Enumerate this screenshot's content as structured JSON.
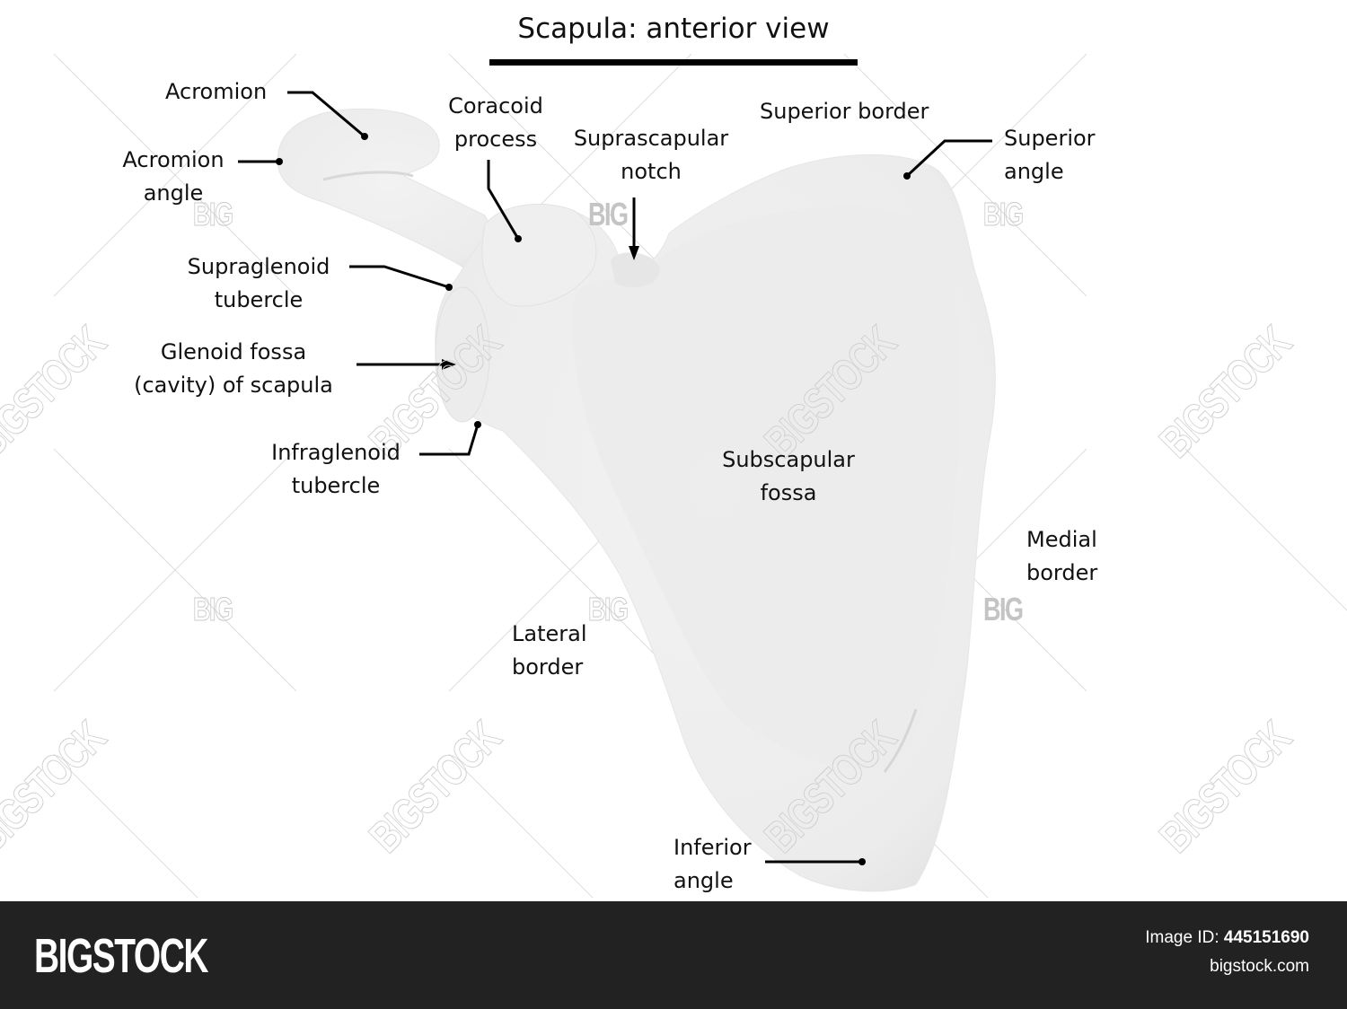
{
  "title": "Scapula: anterior view",
  "labels": {
    "acromion": "Acromion",
    "acromion_angle": [
      "Acromion",
      "angle"
    ],
    "coracoid_process": [
      "Coracoid",
      "process"
    ],
    "suprascapular_notch": [
      "Suprascapular",
      "notch"
    ],
    "superior_border": "Superior border",
    "superior_angle": [
      "Superior",
      "angle"
    ],
    "supraglenoid_tubercle": [
      "Supraglenoid",
      "tubercle"
    ],
    "glenoid_fossa": [
      "Glenoid fossa",
      "(cavity) of scapula"
    ],
    "infraglenoid_tubercle": [
      "Infraglenoid",
      "tubercle"
    ],
    "subscapular_fossa": [
      "Subscapular",
      "fossa"
    ],
    "medial_border": [
      "Medial",
      "border"
    ],
    "lateral_border": [
      "Lateral",
      "border"
    ],
    "inferior_angle": [
      "Inferior",
      "angle"
    ]
  },
  "watermark": {
    "small": "BIG",
    "large": "BIGSTOCK"
  },
  "footer": {
    "brand": "BIGSTOCK",
    "image_id_label": "Image ID:",
    "image_id": "445151690",
    "site": "bigstock.com"
  },
  "colors": {
    "bone": "#efefef",
    "bone_shadow": "#dcdcdc",
    "footer_bg": "#222222"
  }
}
